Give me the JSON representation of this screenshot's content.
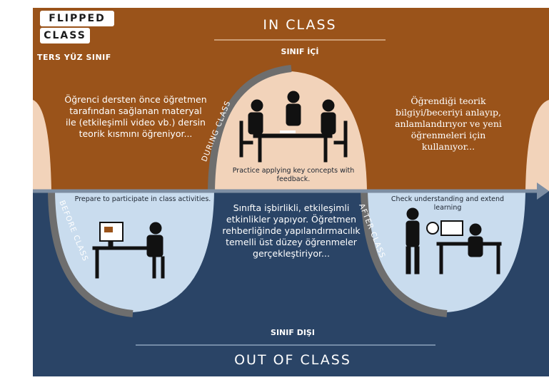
{
  "logo": {
    "line1": "FLIPPED",
    "line2": "CLASS",
    "subtitle": "TERS YÜZ SINIF"
  },
  "top": {
    "title": "IN CLASS",
    "subtitle": "SINIF İÇİ",
    "left_text": "Öğrenci dersten önce öğretmen tarafından sağlanan materyal ile (etkileşimli video vb.) dersin teorik kısmını öğreniyor...",
    "right_text": "Öğrendiği teorik bilgiyi/beceriyi anlayıp, anlamlandırıyor ve yeni öğrenmeleri için kullanıyor..."
  },
  "bottom": {
    "title": "OUT OF CLASS",
    "subtitle": "SINIF DIŞI",
    "center_text": "Sınıfta işbirlikli, etkileşimli etkinlikler yapıyor. Öğretmen rehberliğinde yapılandırmacılık temelli üst düzey öğrenmeler gerçekleştiriyor..."
  },
  "phases": {
    "before": {
      "label": "BEFORE CLASS",
      "caption": "Prepare to participate in class activities."
    },
    "during": {
      "label": "DURING CLASS",
      "caption": "Practice applying key concepts with feedback."
    },
    "after": {
      "label": "AFTER CLASS",
      "caption": "Check understanding and extend learning"
    }
  },
  "colors": {
    "in_class_bg": "#9a531a",
    "out_class_bg": "#2a4466",
    "bubble_bg": "#c9dcee",
    "during_bubble_bg": "#f2d3ba",
    "curve": "#6e6e6e",
    "timeline": "#7d8ea3",
    "figure": "#111111"
  }
}
